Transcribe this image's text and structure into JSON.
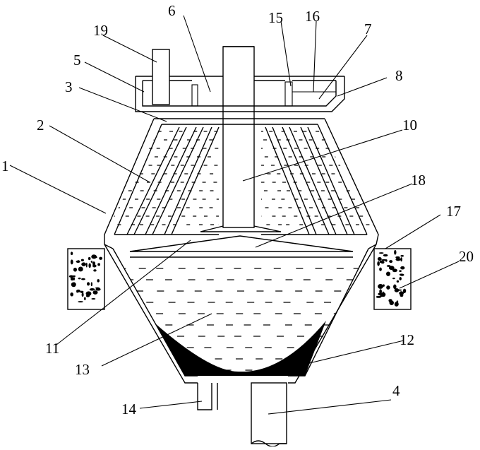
{
  "figure": {
    "colors": {
      "line": "#000000",
      "background": "#ffffff",
      "sludge": "#000000"
    },
    "labels": {
      "l1": "1",
      "l2": "2",
      "l3": "3",
      "l4": "4",
      "l5": "5",
      "l6": "6",
      "l7": "7",
      "l8": "8",
      "l10": "10",
      "l11": "11",
      "l12": "12",
      "l13": "13",
      "l14": "14",
      "l15": "15",
      "l16": "16",
      "l17": "17",
      "l18": "18",
      "l19": "19",
      "l20": "20"
    }
  }
}
